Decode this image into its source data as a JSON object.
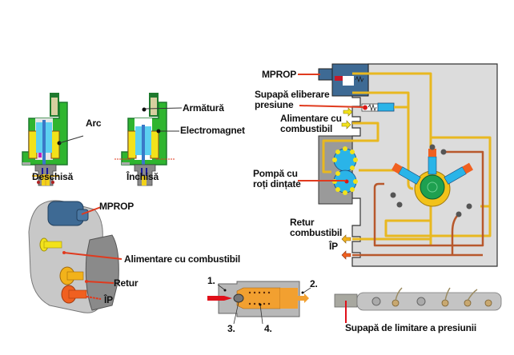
{
  "solenoid_open": {
    "caption": "Deschisă",
    "arc_label": "Arc"
  },
  "solenoid_closed": {
    "caption": "Închisă",
    "armature_label": "Armătură",
    "electromagnet_label": "Electromagnet"
  },
  "pump_schematic": {
    "mprop_label": "MPROP",
    "relief_valve_label_line1": "Supapă eliberare",
    "relief_valve_label_line2": "presiune",
    "feed_label_line1": "Alimentare cu",
    "feed_label_line2": "combustibil",
    "gear_pump_label_line1": "Pompă cu",
    "gear_pump_label_line2": "roți dințate",
    "return_label_line1": "Retur",
    "return_label_line2": "combustibil",
    "hp_label": "ÎP"
  },
  "pump_photo": {
    "mprop_label": "MPROP",
    "feed_label": "Alimentare cu combustibil",
    "return_label": "Retur",
    "hp_label": "ÎP"
  },
  "limiter_valve": {
    "n1": "1.",
    "n2": "2.",
    "n3": "3.",
    "n4": "4."
  },
  "rail": {
    "caption": "Supapă de limitare a presiunii"
  },
  "colors": {
    "fuel_line": "#e8b820",
    "hp_line": "#b8582c",
    "pointer": "#e03a1e",
    "mprop": "#3e6a94",
    "cyan": "#2ab4e8",
    "coil": "#f2e21a",
    "housing": "#2fb52f"
  }
}
